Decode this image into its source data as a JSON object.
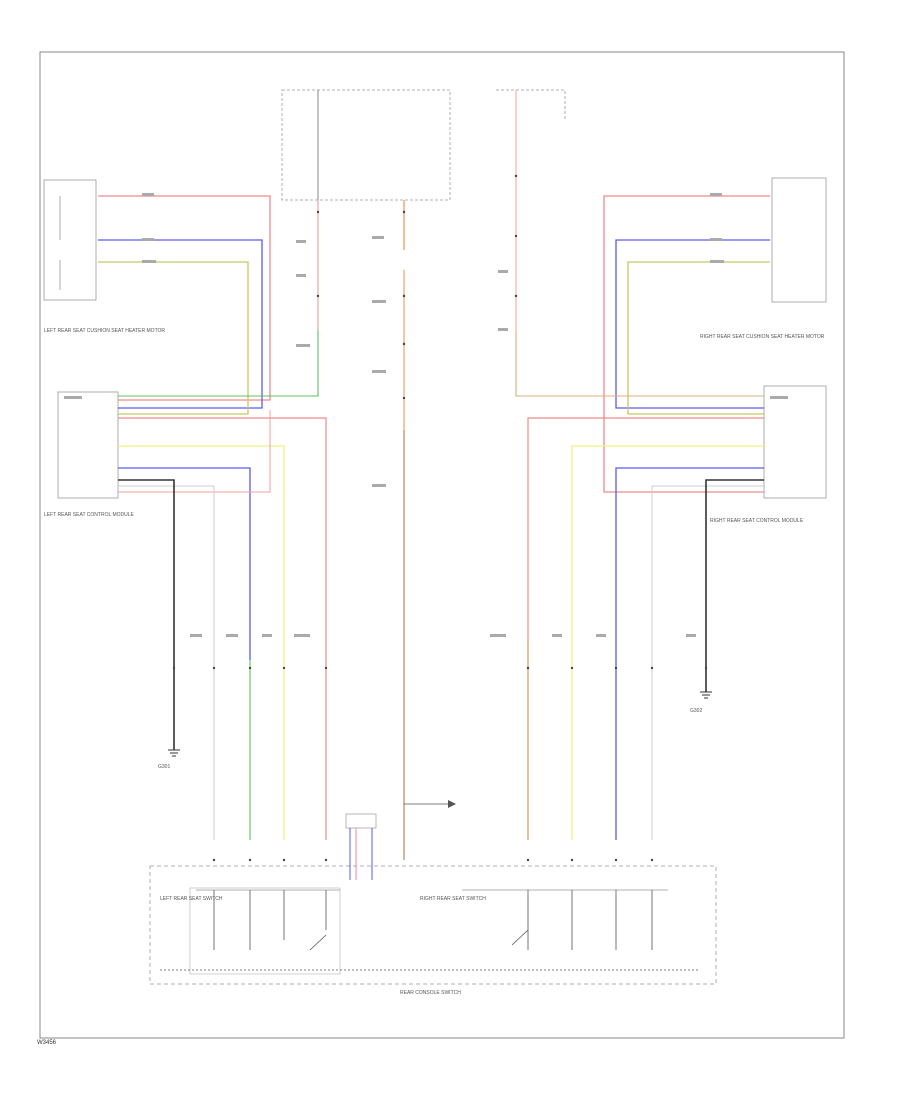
{
  "diagram": {
    "left_motor_caption": "LEFT REAR SEAT CUSHION SEAT HEATER MOTOR",
    "right_motor_caption": "RIGHT REAR SEAT CUSHION SEAT HEATER MOTOR",
    "left_module_caption": "LEFT REAR SEAT CONTROL MODULE",
    "right_module_caption": "RIGHT REAR SEAT CONTROL MODULE",
    "left_switch_caption": "LEFT REAR SEAT SWITCH",
    "right_switch_caption": "RIGHT REAR SEAT SWITCH",
    "bottom_caption": "REAR CONSOLE SWITCH",
    "ground_left": "G301",
    "ground_right": "G302",
    "page_code": "W3456",
    "wire_colors": {
      "red": "#f08a8a",
      "blue": "#5a5af0",
      "yellow": "#e8e070",
      "green": "#60c060",
      "orange": "#f0a070",
      "brown": "#c09878",
      "black": "#333333",
      "gray": "#bbbbbb",
      "ltyellow": "#f0f0a0",
      "tan": "#d8b078"
    }
  }
}
